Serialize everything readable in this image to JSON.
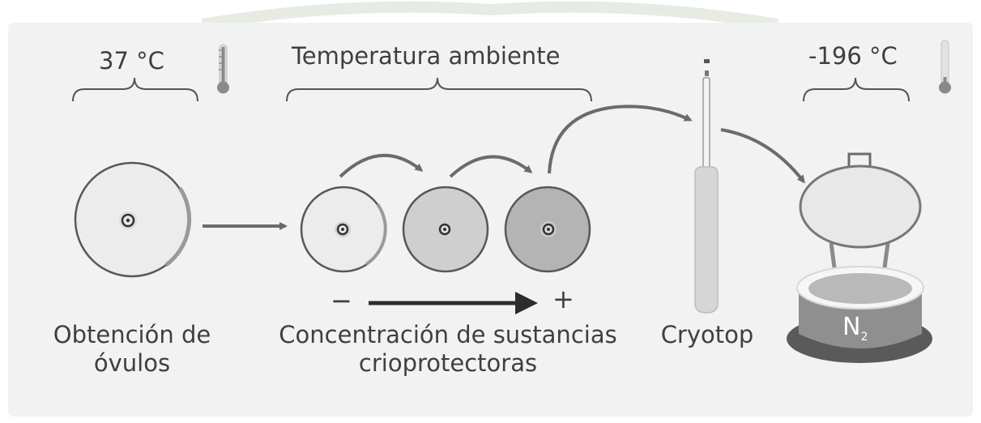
{
  "colors": {
    "text": "#3f3f3f",
    "arrow": "#6b6b6b",
    "dish_light": "#ececec",
    "dish_mid": "#cfcfcf",
    "dish_dark": "#b4b4b4",
    "tank": "#8f8f8f"
  },
  "temperatures": {
    "body": "37 °C",
    "ambient": "Temperatura ambiente",
    "liquid_nitrogen": "-196 °C"
  },
  "gradient": {
    "minus": "−",
    "plus": "+"
  },
  "captions": {
    "oocytes_line1": "Obtención de",
    "oocytes_line2": "óvulos",
    "concentration_line1": "Concentración de sustancias",
    "concentration_line2": "crioprotectoras",
    "cryotop": "Cryotop"
  },
  "tank": {
    "label": "N",
    "subscript": "2"
  },
  "icons": [
    "thermometer-icon",
    "thermometer-icon",
    "cryotop-straw-icon",
    "nitrogen-tank-icon"
  ]
}
